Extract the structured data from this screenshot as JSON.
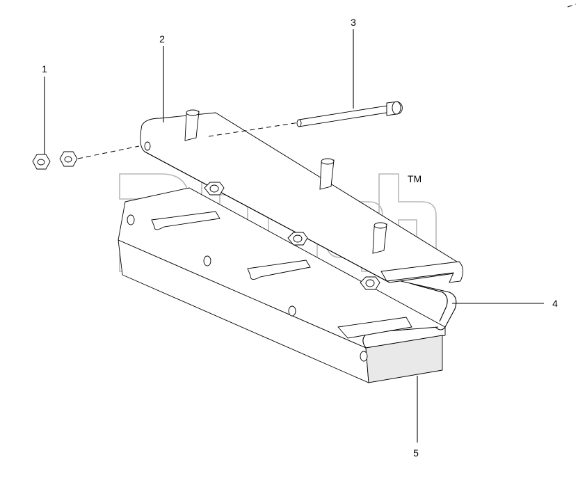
{
  "diagram": {
    "callouts": [
      {
        "id": "1",
        "label": "1"
      },
      {
        "id": "2",
        "label": "2"
      },
      {
        "id": "3",
        "label": "3"
      },
      {
        "id": "4",
        "label": "4"
      },
      {
        "id": "5",
        "label": "5"
      }
    ],
    "parts": [
      {
        "callout": "1",
        "name": "nut-pair",
        "icon": "hex-nut-icon"
      },
      {
        "callout": "2",
        "name": "upper-bracket-plate",
        "icon": "bracket-icon"
      },
      {
        "callout": "3",
        "name": "bolt",
        "icon": "bolt-icon"
      },
      {
        "callout": "4",
        "name": "wire-clip",
        "icon": "clip-icon"
      },
      {
        "callout": "5",
        "name": "lower-channel-housing",
        "icon": "channel-icon"
      }
    ],
    "watermark": {
      "trademark": "TM"
    },
    "colors": {
      "line": "#000000",
      "watermark": "#b7b7b7",
      "fill": "#ffffff",
      "shade": "#e9e9e9"
    }
  }
}
